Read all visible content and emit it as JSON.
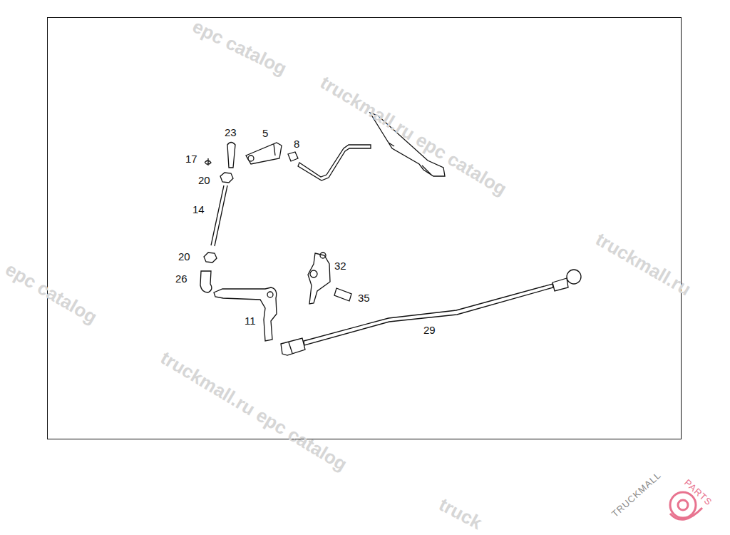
{
  "diagram": {
    "labels": [
      "epc catalog",
      "truckmall.ru epc catalog",
      "truckmall.ru",
      "epc catalog",
      "truckmall.ru epc catalog",
      "truck",
      "23",
      "5",
      "8",
      "17",
      "20",
      "14",
      "20",
      "26",
      "11",
      "32",
      "35",
      "29",
      "TRUCKMALL",
      "PARTS"
    ]
  }
}
